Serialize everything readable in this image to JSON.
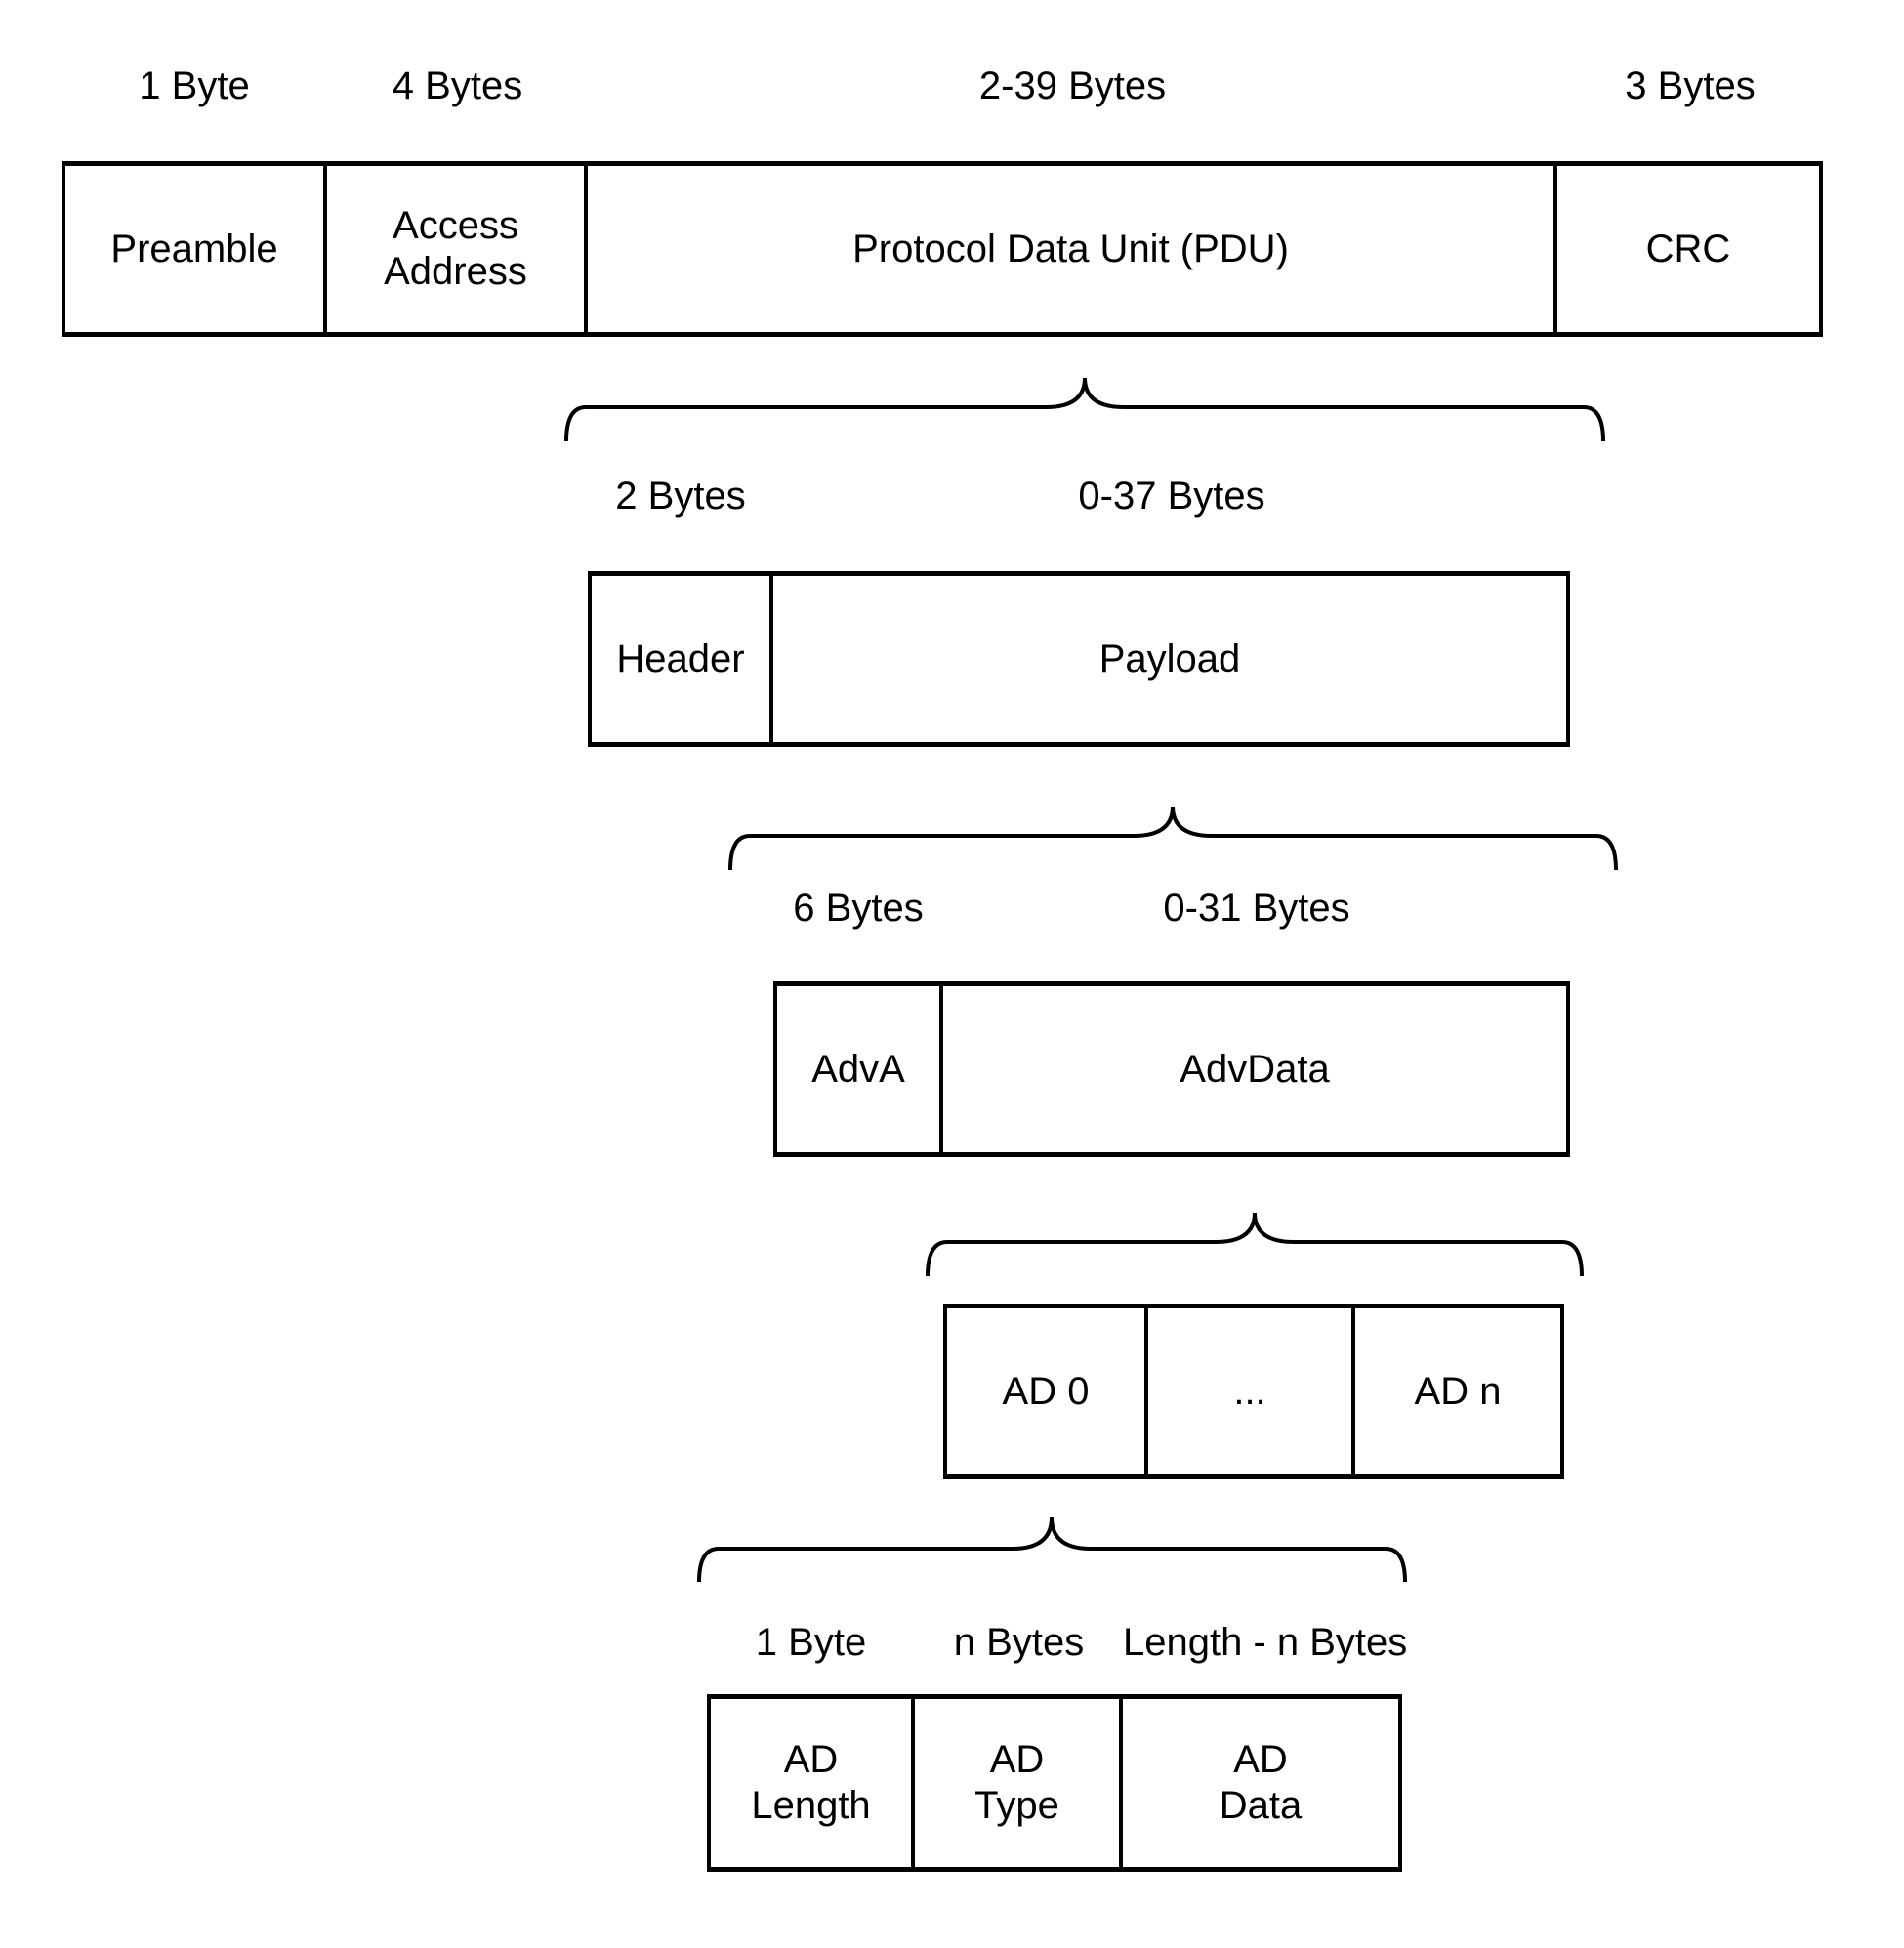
{
  "colors": {
    "background": "#ffffff",
    "stroke": "#000000",
    "text": "#000000"
  },
  "packet": {
    "sizes": {
      "preamble": "1 Byte",
      "access_address": "4 Bytes",
      "pdu": "2-39 Bytes",
      "crc": "3 Bytes"
    },
    "fields": {
      "preamble": "Preamble",
      "access_address": "Access\nAddress",
      "pdu": "Protocol Data Unit (PDU)",
      "crc": "CRC"
    }
  },
  "pdu": {
    "sizes": {
      "header": "2 Bytes",
      "payload": "0-37 Bytes"
    },
    "fields": {
      "header": "Header",
      "payload": "Payload"
    }
  },
  "payload": {
    "sizes": {
      "adva": "6 Bytes",
      "advdata": "0-31 Bytes"
    },
    "fields": {
      "adva": "AdvA",
      "advdata": "AdvData"
    }
  },
  "advdata": {
    "fields": {
      "ad0": "AD 0",
      "ellipsis": "...",
      "adn": "AD n"
    }
  },
  "ad_structure": {
    "sizes": {
      "ad_length": "1 Byte",
      "ad_type": "n Bytes",
      "ad_data": "Length - n Bytes"
    },
    "fields": {
      "ad_length": "AD\nLength",
      "ad_type": "AD\nType",
      "ad_data": "AD\nData"
    }
  }
}
